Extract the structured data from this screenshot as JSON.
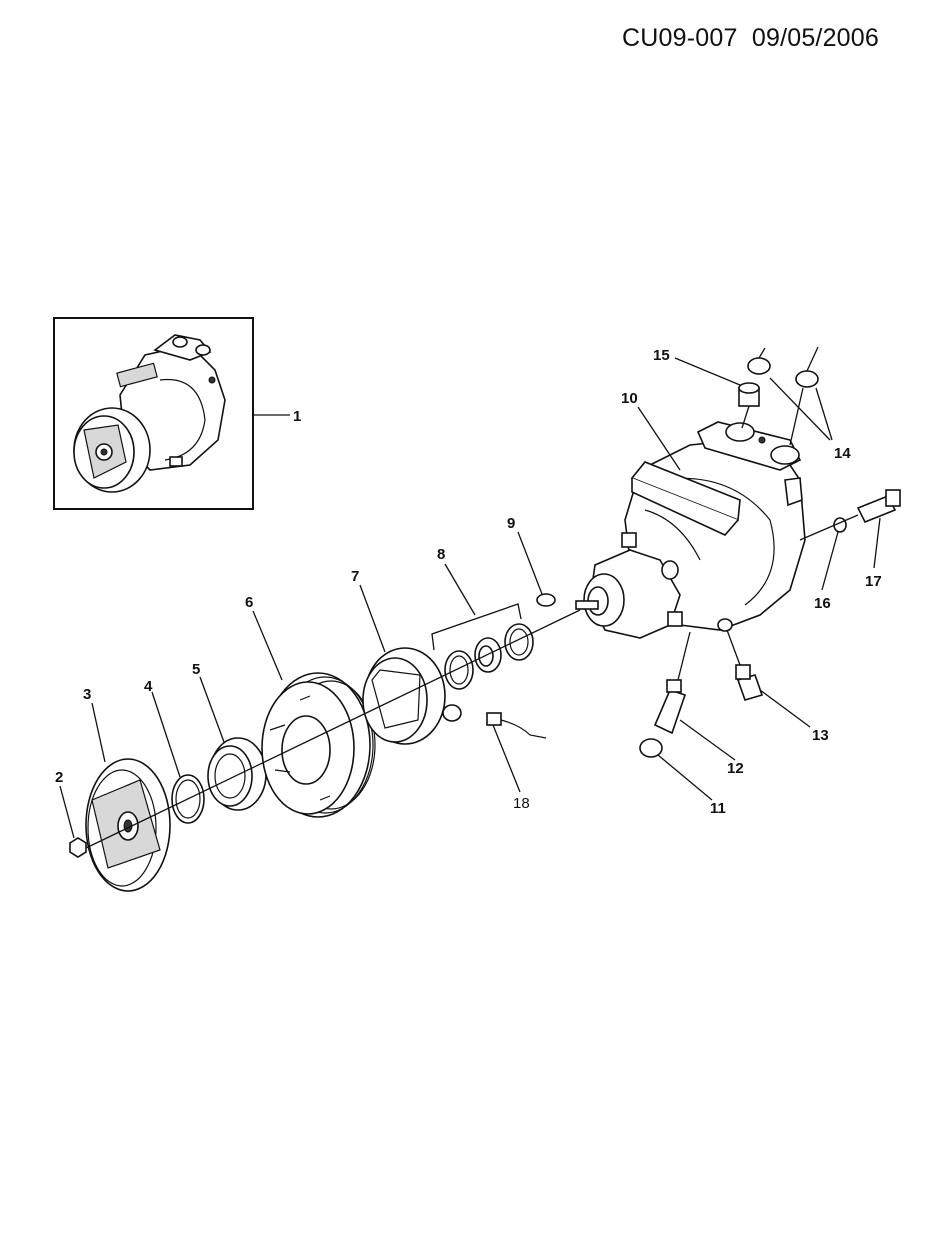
{
  "header": {
    "code": "CU09-007",
    "date": "09/05/2006"
  },
  "callouts": [
    {
      "id": "c1",
      "text": "1"
    },
    {
      "id": "c2",
      "text": "2"
    },
    {
      "id": "c3",
      "text": "3"
    },
    {
      "id": "c4",
      "text": "4"
    },
    {
      "id": "c5",
      "text": "5"
    },
    {
      "id": "c6",
      "text": "6"
    },
    {
      "id": "c7",
      "text": "7"
    },
    {
      "id": "c8",
      "text": "8"
    },
    {
      "id": "c9",
      "text": "9"
    },
    {
      "id": "c10",
      "text": "10"
    },
    {
      "id": "c11",
      "text": "11"
    },
    {
      "id": "c12",
      "text": "12"
    },
    {
      "id": "c13",
      "text": "13"
    },
    {
      "id": "c14",
      "text": "14"
    },
    {
      "id": "c15",
      "text": "15"
    },
    {
      "id": "c16",
      "text": "16"
    },
    {
      "id": "c17",
      "text": "17"
    },
    {
      "id": "c18",
      "text": "18"
    }
  ]
}
